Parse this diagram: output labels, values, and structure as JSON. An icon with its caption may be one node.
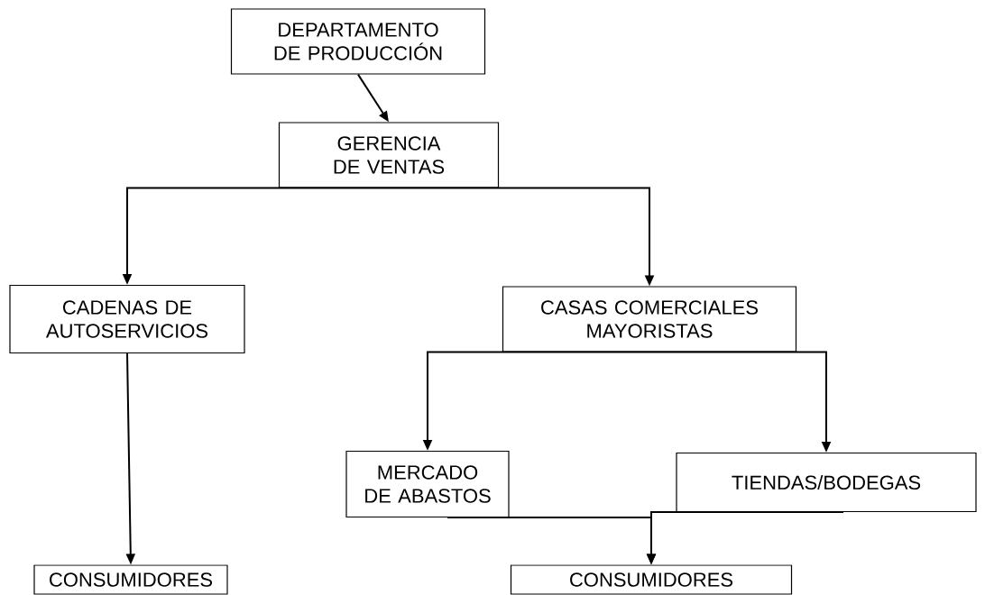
{
  "diagram": {
    "nodes": [
      {
        "text": [
          "DEPARTAMENTO DE PRODUCCIÓN"
        ]
      },
      {
        "text": [
          "GERENCIA DE VENTAS"
        ]
      },
      {
        "text": [
          "CADENAS DE AUTOSERVICIOS"
        ]
      },
      {
        "text": [
          "CASAS COMERCIALES MAYORISTAS"
        ]
      },
      {
        "text": [
          "MERCADO DE ABASTOS"
        ]
      },
      {
        "text": [
          "TIENDAS/BODEGAS"
        ]
      },
      {
        "text": [
          "CONSUMIDORES"
        ]
      },
      {
        "text": [
          "CONSUMIDORES"
        ]
      }
    ],
    "edges": [
      {
        "from": 0,
        "to": 1,
        "arrow": "to"
      },
      {
        "from": 1,
        "to": 2,
        "arrow": "to"
      },
      {
        "from": 1,
        "to": 3,
        "arrow": "to"
      },
      {
        "from": 2,
        "to": 6,
        "arrow": "to"
      },
      {
        "from": 3,
        "to": 4,
        "arrow": "to"
      },
      {
        "from": 3,
        "to": 5,
        "arrow": "to"
      },
      {
        "from": 4,
        "to": 7,
        "arrow": "to"
      },
      {
        "from": 5,
        "to": 7,
        "arrow": "to"
      }
    ]
  }
}
